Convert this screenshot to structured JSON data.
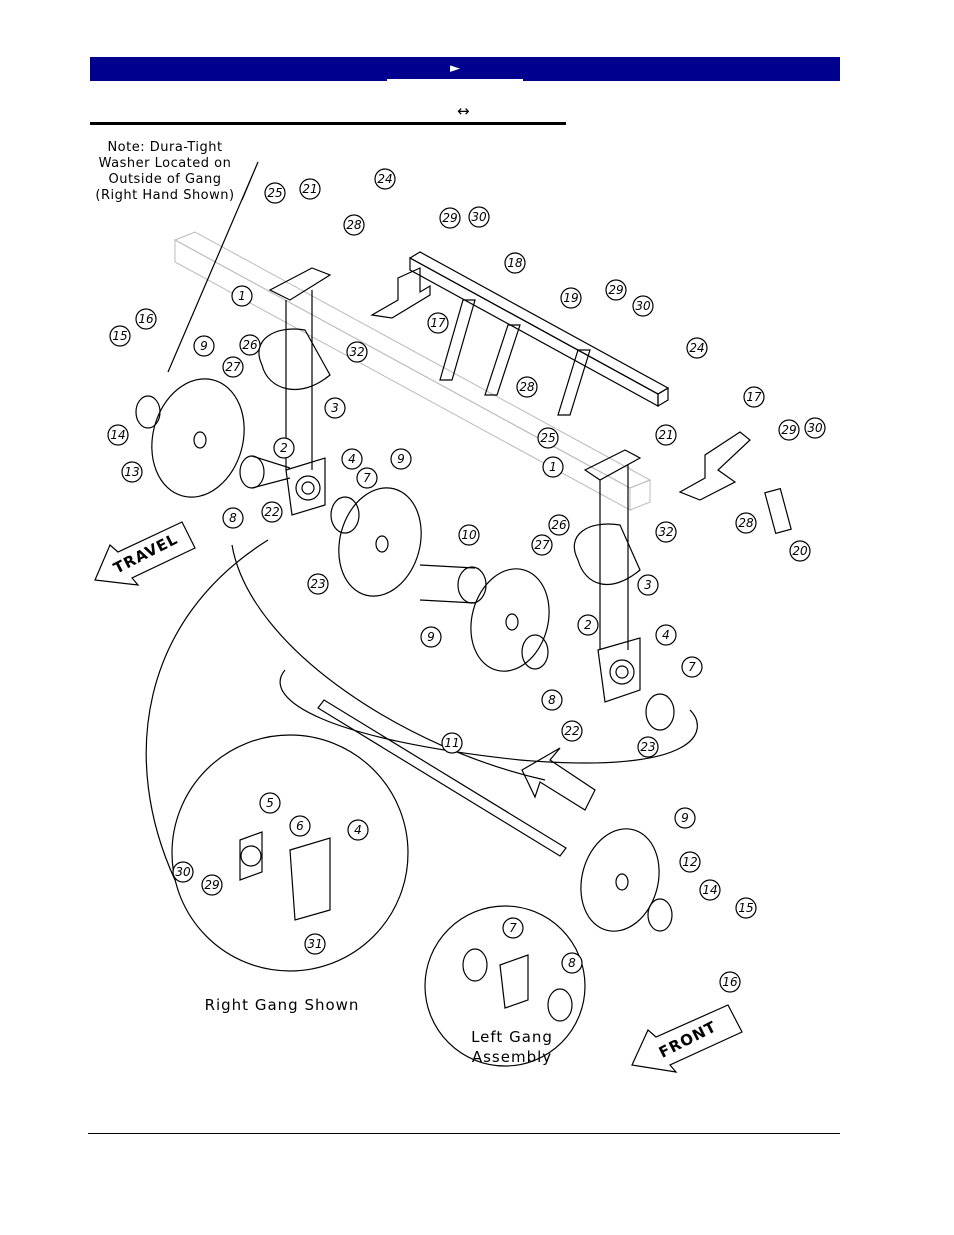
{
  "header": {
    "nav_link_label": "►"
  },
  "section": {
    "title_symbol": "↔"
  },
  "diagram": {
    "note_lines": [
      "Note: Dura-Tight",
      "Washer Located on",
      "Outside of Gang",
      "(Right Hand Shown)"
    ],
    "travel_label": "TRAVEL",
    "front_label": "FRONT",
    "right_gang_label": "Right Gang Shown",
    "left_gang_lines": [
      "Left Gang",
      "Assembly"
    ],
    "callouts": [
      "1",
      "2",
      "3",
      "4",
      "5",
      "6",
      "7",
      "8",
      "9",
      "10",
      "11",
      "12",
      "13",
      "14",
      "15",
      "16",
      "17",
      "18",
      "19",
      "20",
      "21",
      "22",
      "23",
      "24",
      "25",
      "26",
      "27",
      "28",
      "29",
      "30",
      "31",
      "32"
    ]
  }
}
